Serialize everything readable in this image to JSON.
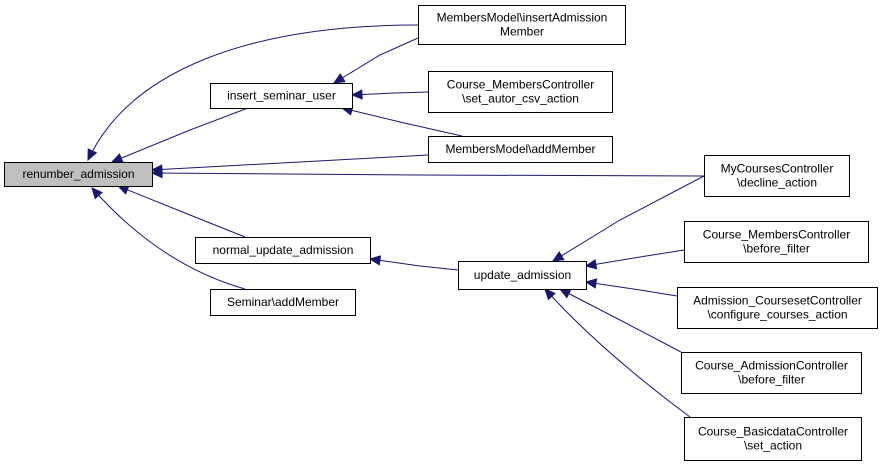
{
  "colors": {
    "edge": "#191970",
    "root_fill": "#bfbfbf",
    "node_fill": "#ffffff",
    "node_border": "#000000"
  },
  "nodes": {
    "renumber_admission": {
      "lines": [
        "renumber_admission"
      ],
      "root": true
    },
    "insert_seminar_user": {
      "lines": [
        "insert_seminar_user"
      ]
    },
    "normal_update_admission": {
      "lines": [
        "normal_update_admission"
      ]
    },
    "seminar_addmember": {
      "lines": [
        "Seminar\\addMember"
      ]
    },
    "membersmodel_insertadmission": {
      "lines": [
        "MembersModel\\insertAdmission",
        "Member"
      ]
    },
    "course_memberscontroller_setautor": {
      "lines": [
        "Course_MembersController",
        "\\set_autor_csv_action"
      ]
    },
    "membersmodel_addmember": {
      "lines": [
        "MembersModel\\addMember"
      ]
    },
    "update_admission": {
      "lines": [
        "update_admission"
      ]
    },
    "mycoursescontroller_decline": {
      "lines": [
        "MyCoursesController",
        "\\decline_action"
      ]
    },
    "course_memberscontroller_beforefilter": {
      "lines": [
        "Course_MembersController",
        "\\before_filter"
      ]
    },
    "admission_coursesetcontroller_configure": {
      "lines": [
        "Admission_CoursesetController",
        "\\configure_courses_action"
      ]
    },
    "course_admissioncontroller_beforefilter": {
      "lines": [
        "Course_AdmissionController",
        "\\before_filter"
      ]
    },
    "course_basicdatacontroller_setaction": {
      "lines": [
        "Course_BasicdataController",
        "\\set_action"
      ]
    }
  },
  "edges": [
    {
      "from": "insert_seminar_user",
      "to": "renumber_admission"
    },
    {
      "from": "normal_update_admission",
      "to": "renumber_admission"
    },
    {
      "from": "seminar_addmember",
      "to": "renumber_admission"
    },
    {
      "from": "membersmodel_insertadmission",
      "to": "renumber_admission"
    },
    {
      "from": "membersmodel_addmember",
      "to": "renumber_admission"
    },
    {
      "from": "mycoursescontroller_decline",
      "to": "renumber_admission"
    },
    {
      "from": "membersmodel_insertadmission",
      "to": "insert_seminar_user"
    },
    {
      "from": "course_memberscontroller_setautor",
      "to": "insert_seminar_user"
    },
    {
      "from": "membersmodel_addmember",
      "to": "insert_seminar_user"
    },
    {
      "from": "update_admission",
      "to": "normal_update_admission"
    },
    {
      "from": "mycoursescontroller_decline",
      "to": "update_admission"
    },
    {
      "from": "course_memberscontroller_beforefilter",
      "to": "update_admission"
    },
    {
      "from": "admission_coursesetcontroller_configure",
      "to": "update_admission"
    },
    {
      "from": "course_admissioncontroller_beforefilter",
      "to": "update_admission"
    },
    {
      "from": "course_basicdatacontroller_setaction",
      "to": "update_admission"
    }
  ]
}
